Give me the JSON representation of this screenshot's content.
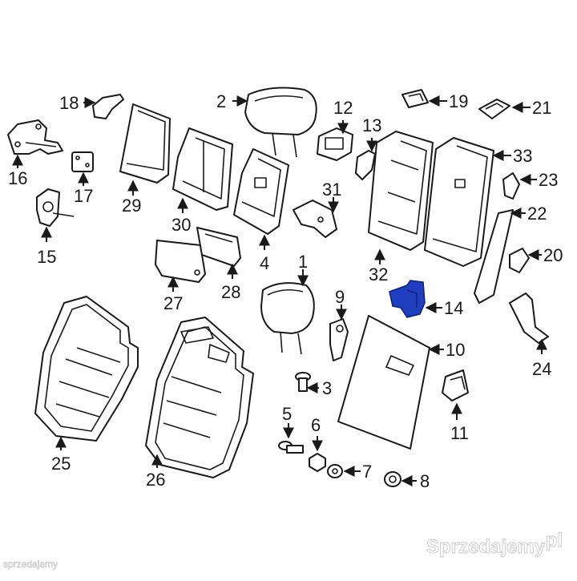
{
  "diagram": {
    "highlight_color": "#1f3fbf",
    "labels": {
      "p1": "1",
      "p2": "2",
      "p3": "3",
      "p4": "4",
      "p5": "5",
      "p6": "6",
      "p7": "7",
      "p8": "8",
      "p9": "9",
      "p10": "10",
      "p11": "11",
      "p12": "12",
      "p13": "13",
      "p14": "14",
      "p15": "15",
      "p16": "16",
      "p17": "17",
      "p18": "18",
      "p19": "19",
      "p20": "20",
      "p21": "21",
      "p22": "22",
      "p23": "23",
      "p24": "24",
      "p25": "25",
      "p26": "26",
      "p27": "27",
      "p28": "28",
      "p29": "29",
      "p30": "30",
      "p31": "31",
      "p32": "32",
      "p33": "33"
    }
  },
  "watermark": {
    "brand_prefix": "Sprzedajemy",
    "brand_suffix": ".pl",
    "corner_text": "sprzedajemy"
  }
}
